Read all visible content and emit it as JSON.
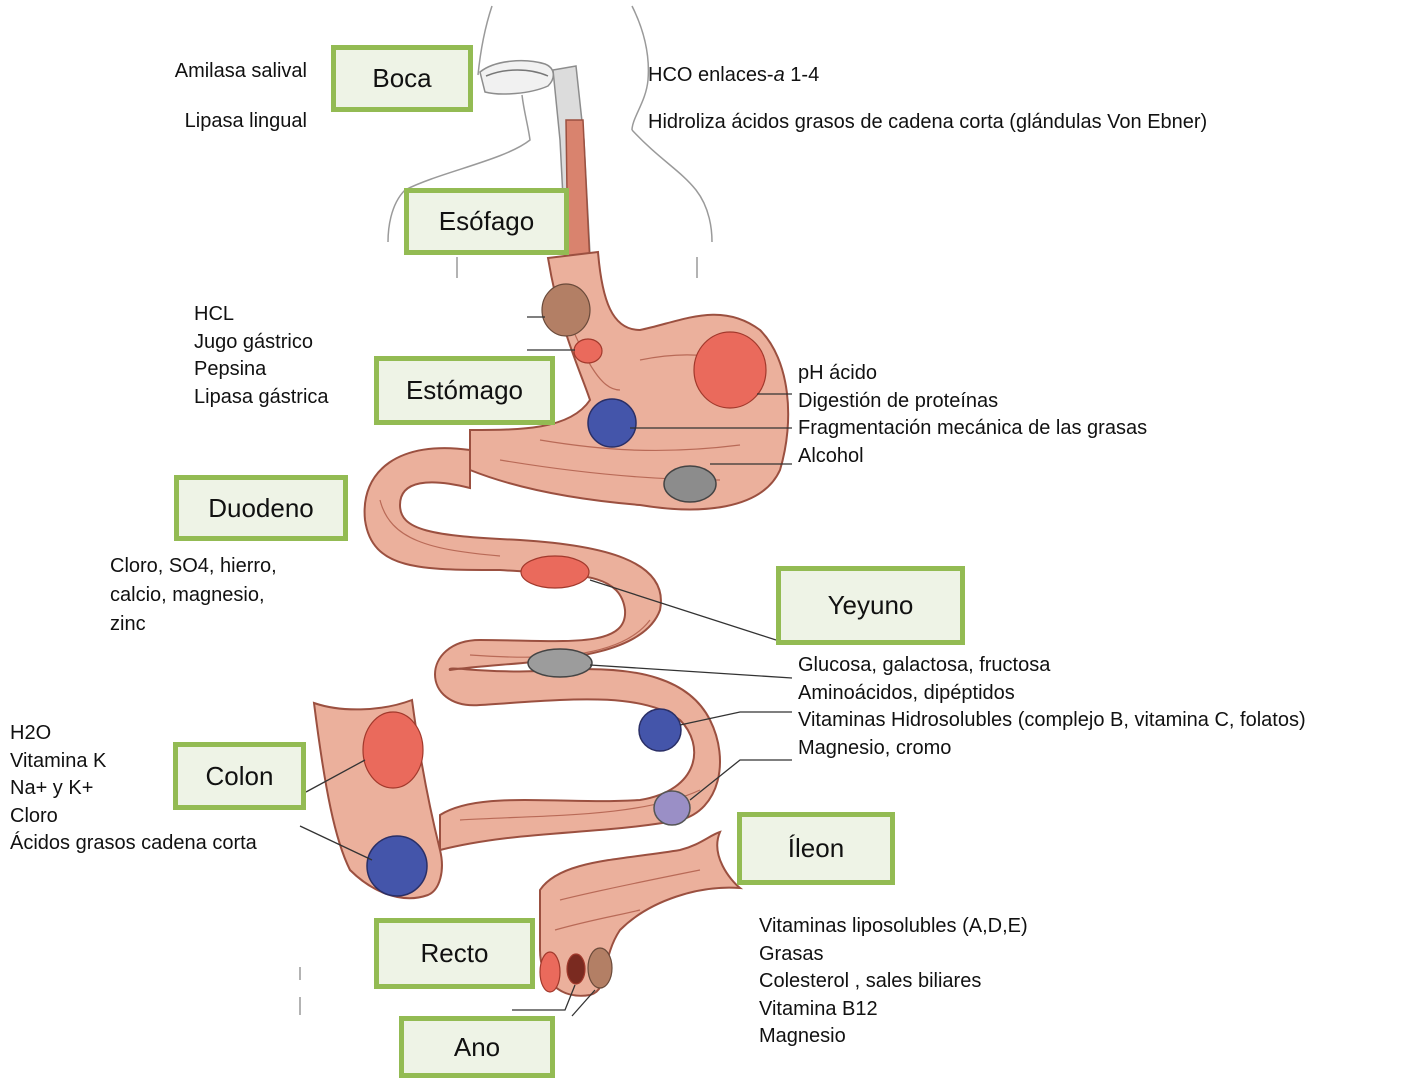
{
  "colors": {
    "label_box_fill": "#eef3e6",
    "label_box_border": "#93bb53",
    "tract_fill": "#ebb09c",
    "tract_stroke": "#9b5040",
    "nutrient_blob": "#ea6a5c",
    "absorption_site": "#4455aa",
    "alcohol_site": "#8c8c8c"
  },
  "organs": {
    "boca": "Boca",
    "esofago": "Esófago",
    "estomago": "Estómago",
    "duodeno": "Duodeno",
    "yeyuno": "Yeyuno",
    "colon": "Colon",
    "ileon": "Íleon",
    "recto": "Recto",
    "ano": "Ano"
  },
  "boca": {
    "enzymes": [
      "Amilasa salival",
      "Lipasa lingual"
    ],
    "notes": {
      "hco_prefix": "HCO enlaces-",
      "hco_italic": "a",
      "hco_suffix": " 1-4",
      "lipasa": "Hidroliza ácidos grasos de cadena corta (glándulas Von Ebner)"
    }
  },
  "estomago": {
    "secretions": [
      "HCL",
      "Jugo gástrico",
      "Pepsina",
      "Lipasa gástrica"
    ],
    "functions": [
      "pH ácido",
      "Digestión de proteínas",
      "Fragmentación mecánica de las grasas",
      "Alcohol"
    ]
  },
  "duodeno": {
    "absorption": [
      "Cloro, SO4, hierro,",
      "calcio, magnesio,",
      "zinc"
    ]
  },
  "yeyuno": {
    "absorption": [
      "Glucosa, galactosa, fructosa",
      "Aminoácidos, dipéptidos",
      "Vitaminas Hidrosolubles (complejo B, vitamina C, folatos)",
      "Magnesio, cromo"
    ]
  },
  "colon": {
    "absorption": [
      "H2O",
      "Vitamina K",
      "Na+ y K+",
      "Cloro",
      "Ácidos grasos cadena corta"
    ]
  },
  "ileon": {
    "absorption": [
      "Vitaminas liposolubles (A,D,E)",
      "Grasas",
      "Colesterol , sales biliares",
      "Vitamina B12",
      "Magnesio"
    ]
  }
}
